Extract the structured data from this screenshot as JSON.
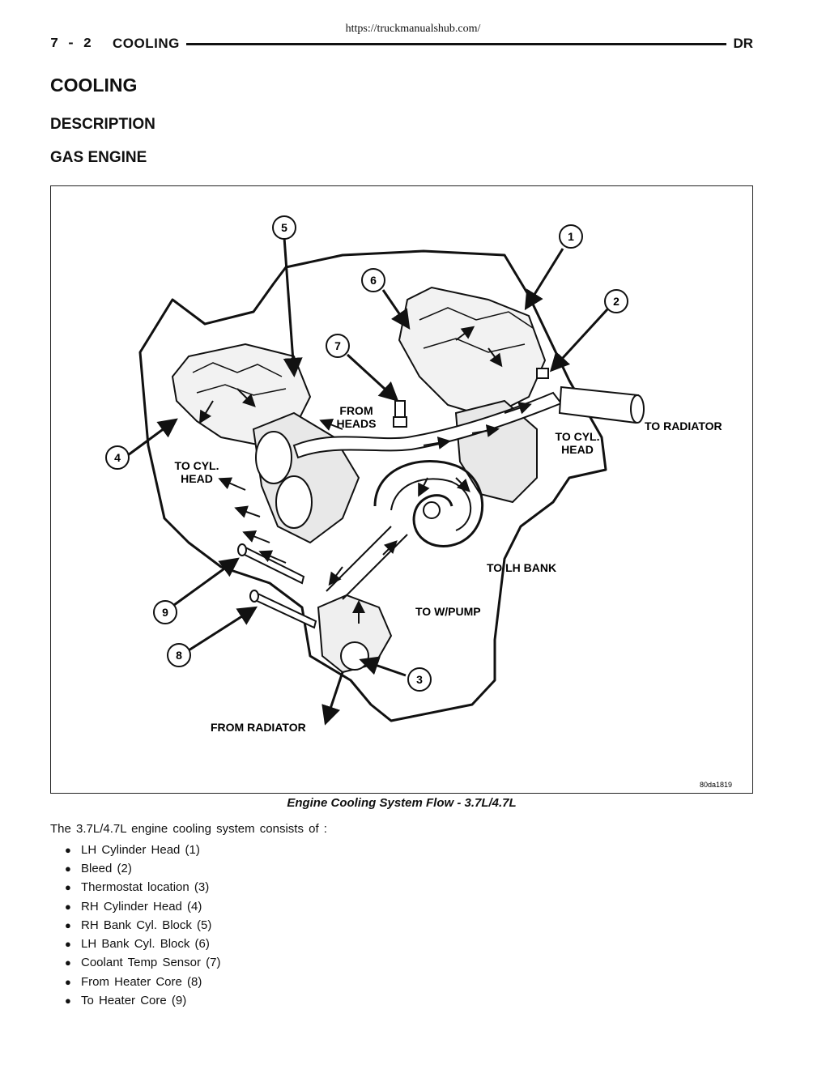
{
  "source_url": "https://truckmanualshub.com/",
  "header": {
    "page_number": "7 - 2",
    "section": "COOLING",
    "model": "DR"
  },
  "title": "COOLING",
  "subtitle": "DESCRIPTION",
  "subsection": "GAS ENGINE",
  "figure": {
    "callouts": [
      "1",
      "2",
      "3",
      "4",
      "5",
      "6",
      "7",
      "8",
      "9"
    ],
    "labels": {
      "to_radiator": "TO RADIATOR",
      "from_heads_line1": "FROM",
      "from_heads_line2": "HEADS",
      "to_cyl_head_right_line1": "TO CYL.",
      "to_cyl_head_right_line2": "HEAD",
      "to_cyl_head_left_line1": "TO CYL.",
      "to_cyl_head_left_line2": "HEAD",
      "to_lh_bank": "TO LH BANK",
      "to_wpump": "TO W/PUMP",
      "from_radiator": "FROM RADIATOR"
    },
    "figure_id": "80da1819"
  },
  "caption": "Engine Cooling System Flow - 3.7L/4.7L",
  "intro": "The 3.7L/4.7L engine cooling system consists of :",
  "components": [
    "LH Cylinder Head (1)",
    "Bleed (2)",
    "Thermostat location (3)",
    "RH Cylinder Head (4)",
    "RH Bank Cyl. Block (5)",
    "LH Bank Cyl. Block (6)",
    "Coolant Temp Sensor (7)",
    "From Heater Core (8)",
    "To Heater Core (9)"
  ]
}
